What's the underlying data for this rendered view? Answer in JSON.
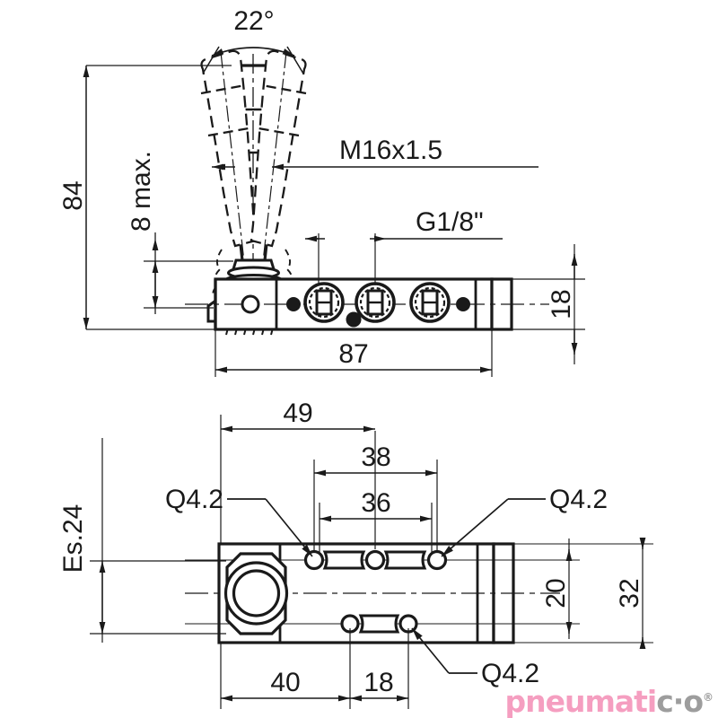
{
  "drawing": {
    "title": "Pneumatic lever valve technical drawing",
    "views": [
      {
        "id": "front-view",
        "name": "front elevation with lever"
      },
      {
        "id": "bottom-view",
        "name": "bottom plan view"
      }
    ],
    "line_color": "#1a1a1a",
    "background": "#ffffff"
  },
  "dimensions": {
    "angle_22": "22°",
    "height_84": "84",
    "stroke_8max": "8 max.",
    "thread_m16": "M16x1.5",
    "port_thread": "G1/8\"",
    "body_height_18": "18",
    "body_length_87": "87",
    "offset_49": "49",
    "spacing_38": "38",
    "spacing_36": "36",
    "hex_es24": "Es.24",
    "width_20": "20",
    "width_32": "32",
    "offset_40": "40",
    "offset_18": "18",
    "hole_q42_left": "Q4.2",
    "hole_q42_right": "Q4.2",
    "hole_q42_bottom": "Q4.2"
  },
  "watermark": {
    "part_a": "pneumati",
    "part_b": "c·o",
    "registered": "®",
    "color_a": "#f59ec0",
    "color_b": "#9d9d9d"
  }
}
